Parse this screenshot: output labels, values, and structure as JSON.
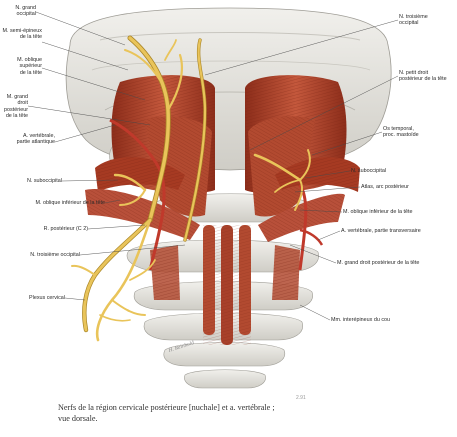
{
  "labels": {
    "grand_occipital": "N. grand occipital",
    "semi_epineux": "M. semi-épineux\nde la tête",
    "oblique_superieur": "M. oblique\nsupérieur\nde la tête",
    "grand_droit_left": "M. grand droit\npostérieur\nde la tête",
    "vertebrale_atlantique": "A. vertébrale,\npartie atlantique",
    "suboccipital_left": "N. suboccipital",
    "oblique_inferieur_left": "M. oblique inférieur de la tête",
    "r_posterieur_c2": "R. postérieur (C 2)",
    "troisieme_occipital_left": "N. troisième occipital",
    "plexus_cervical": "Plexus cervical",
    "troisieme_occipital_right": "N. troisième\noccipital",
    "petit_droit": "N. petit droit\npostérieur de la tête",
    "os_temporal": "Os temporal,\nproc. mastoïde",
    "suboccipital_right": "N. suboccipital",
    "atlas_arc": "Atlas, arc postérieur",
    "oblique_inferieur_right": "M. oblique inférieur de la tête",
    "vertebrale_transversaire": "A. vertébrale, partie transversaire",
    "grand_droit_right": "M. grand droit postérieur de la tête",
    "intertransversaires": "Mm. interépineux du cou"
  },
  "caption": "Nerfs de la région cervicale postérieure [nuchale] et a. vertébrale ;\nvue dorsale.",
  "signature": "H. Reinhold",
  "page_number": "2.91",
  "colors": {
    "bone": "#e7e6e1",
    "bone_shadow": "#b9b8b2",
    "muscle": "#b4462f",
    "muscle_dark": "#7e2616",
    "muscle_light": "#d9735a",
    "nerve": "#e9c45a",
    "nerve_edge": "#a98527",
    "artery": "#c0392b"
  }
}
